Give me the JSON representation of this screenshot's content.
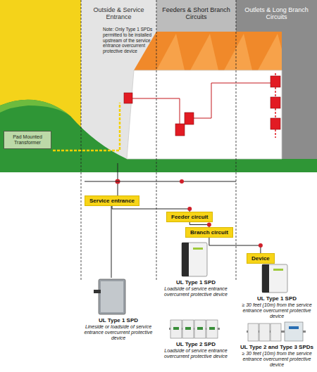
{
  "diagram": {
    "nodes": [
      {
        "text": [
          "Outside & Service Entrance"
        ]
      },
      {
        "text": [
          "Feeders & Short Branch Circuits"
        ]
      },
      {
        "text": [
          "Outlets & Long Branch Circuits"
        ]
      },
      {
        "text": [
          "Pad Mounted Transformer"
        ]
      },
      {
        "text": [
          "Service entrance"
        ]
      },
      {
        "text": [
          "Feeder circuit"
        ]
      },
      {
        "text": [
          "Branch circuit"
        ]
      },
      {
        "text": [
          "Device"
        ]
      },
      {
        "text": [
          "UL Type 1 SPD",
          "Lineside or loadside of service entrance overcurrent protective device"
        ]
      },
      {
        "text": [
          "UL Type 1 SPD",
          "Loadside of service entrance overcurrent protective device"
        ]
      },
      {
        "text": [
          "UL Type 2 SPD",
          "Loadside of service entrance overcurrent protective device"
        ]
      },
      {
        "text": [
          "UL Type 1 SPD",
          "≥ 30 feet (10m) from the service entrance overcurrent protective device"
        ]
      },
      {
        "text": [
          "UL Type 2 and Type 3 SPDs",
          "≥ 30 feet (10m) from the service entrance overcurrent protective device"
        ]
      }
    ],
    "edges": [
      {
        "from": 4,
        "to": 5,
        "arrow": "none"
      },
      {
        "from": 5,
        "to": 6,
        "arrow": "none"
      },
      {
        "from": 6,
        "to": 7,
        "arrow": "none"
      }
    ],
    "labels": [
      "Note: Only Type 1 SPDs permitted to be installed upstream of the service entrance overcurrent protective device"
    ]
  }
}
